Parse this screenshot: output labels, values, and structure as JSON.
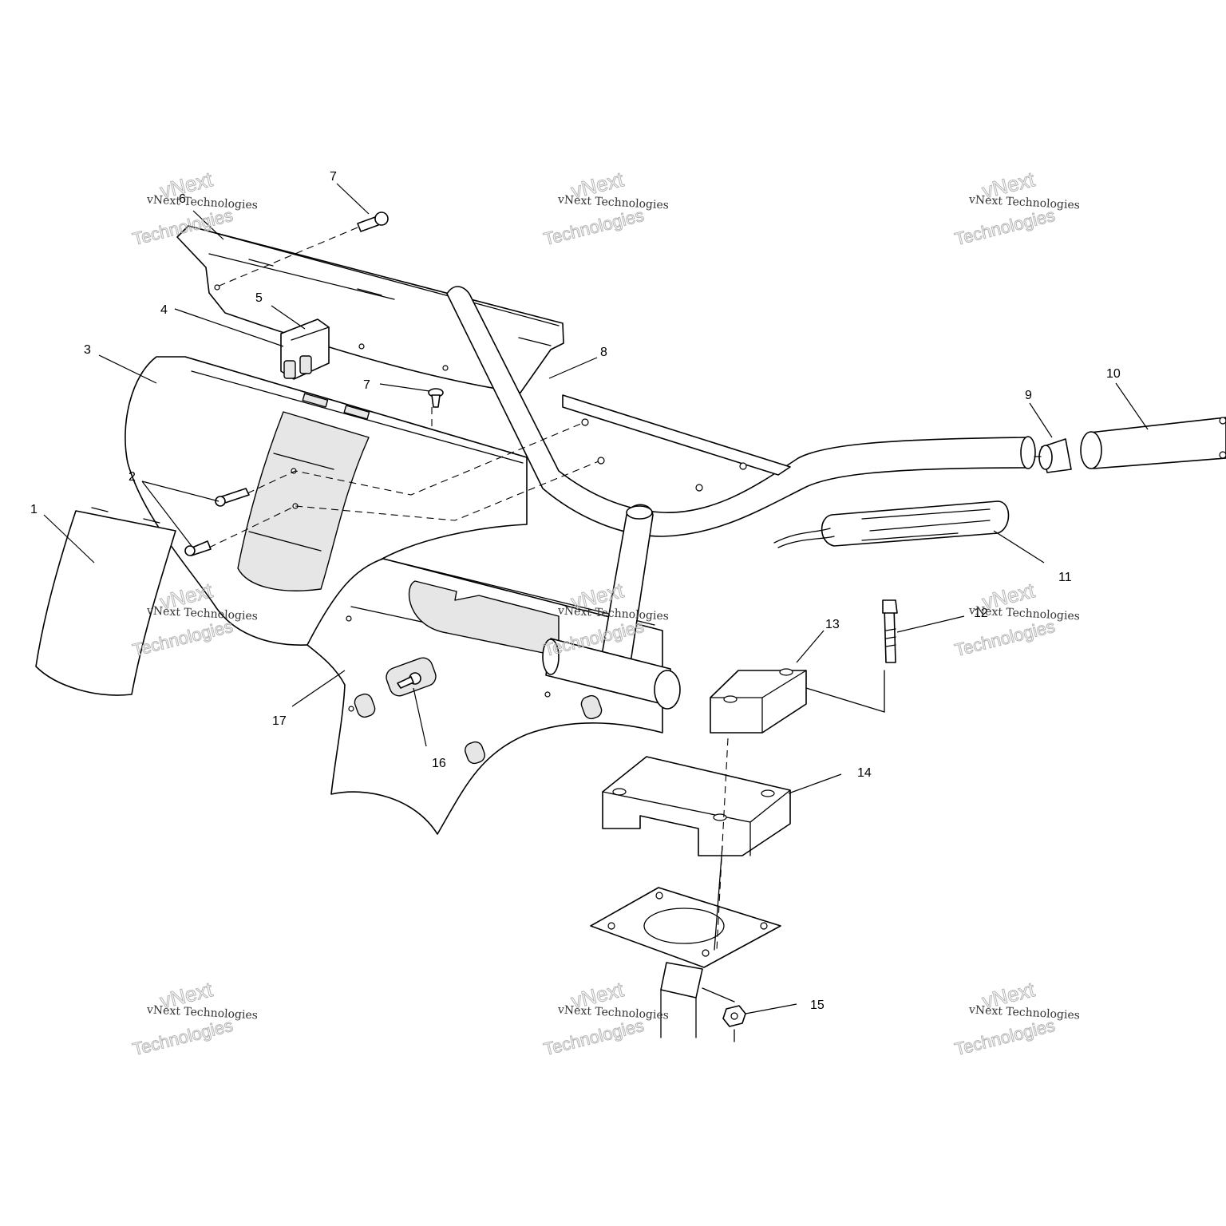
{
  "callouts": [
    "1",
    "2",
    "3",
    "4",
    "5",
    "6",
    "7",
    "7",
    "8",
    "9",
    "10",
    "11",
    "12",
    "13",
    "14",
    "15",
    "16",
    "17"
  ],
  "watermark": {
    "brand_top": "vNext",
    "line": "vNext Technologies",
    "brand_bottom": "Technologies"
  }
}
